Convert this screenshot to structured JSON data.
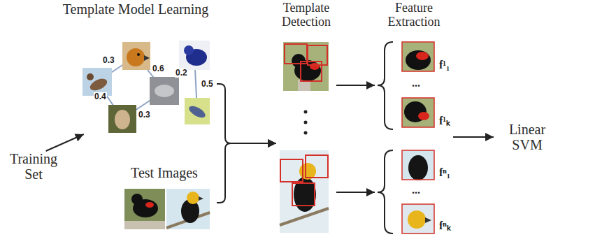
{
  "diagram": {
    "nodes": [
      {
        "text": [
          "Template Model Learning"
        ]
      },
      {
        "text": [
          "Training Set"
        ]
      },
      {
        "text": [
          "Test Images"
        ]
      },
      {
        "text": [
          "Template Detection"
        ]
      },
      {
        "text": [
          "Feature Extraction"
        ]
      },
      {
        "text": [
          "Linear SVM"
        ]
      }
    ],
    "edges": [
      {
        "from": 1,
        "to": 0,
        "arrow": "to"
      },
      {
        "from": 0,
        "to": 3,
        "arrow": "to"
      },
      {
        "from": 2,
        "to": 3,
        "arrow": "to"
      },
      {
        "from": 3,
        "to": 4,
        "arrow": "to"
      },
      {
        "from": 3,
        "to": 4,
        "arrow": "to"
      },
      {
        "from": 4,
        "to": 5,
        "arrow": "to"
      }
    ],
    "labels": [
      "0.3",
      "0.4",
      "0.6",
      "0.3",
      "0.2",
      "0.5",
      "f¹₁",
      "...",
      "f¹ₖ",
      "fⁿ₁",
      "...",
      "fⁿₖ"
    ]
  }
}
